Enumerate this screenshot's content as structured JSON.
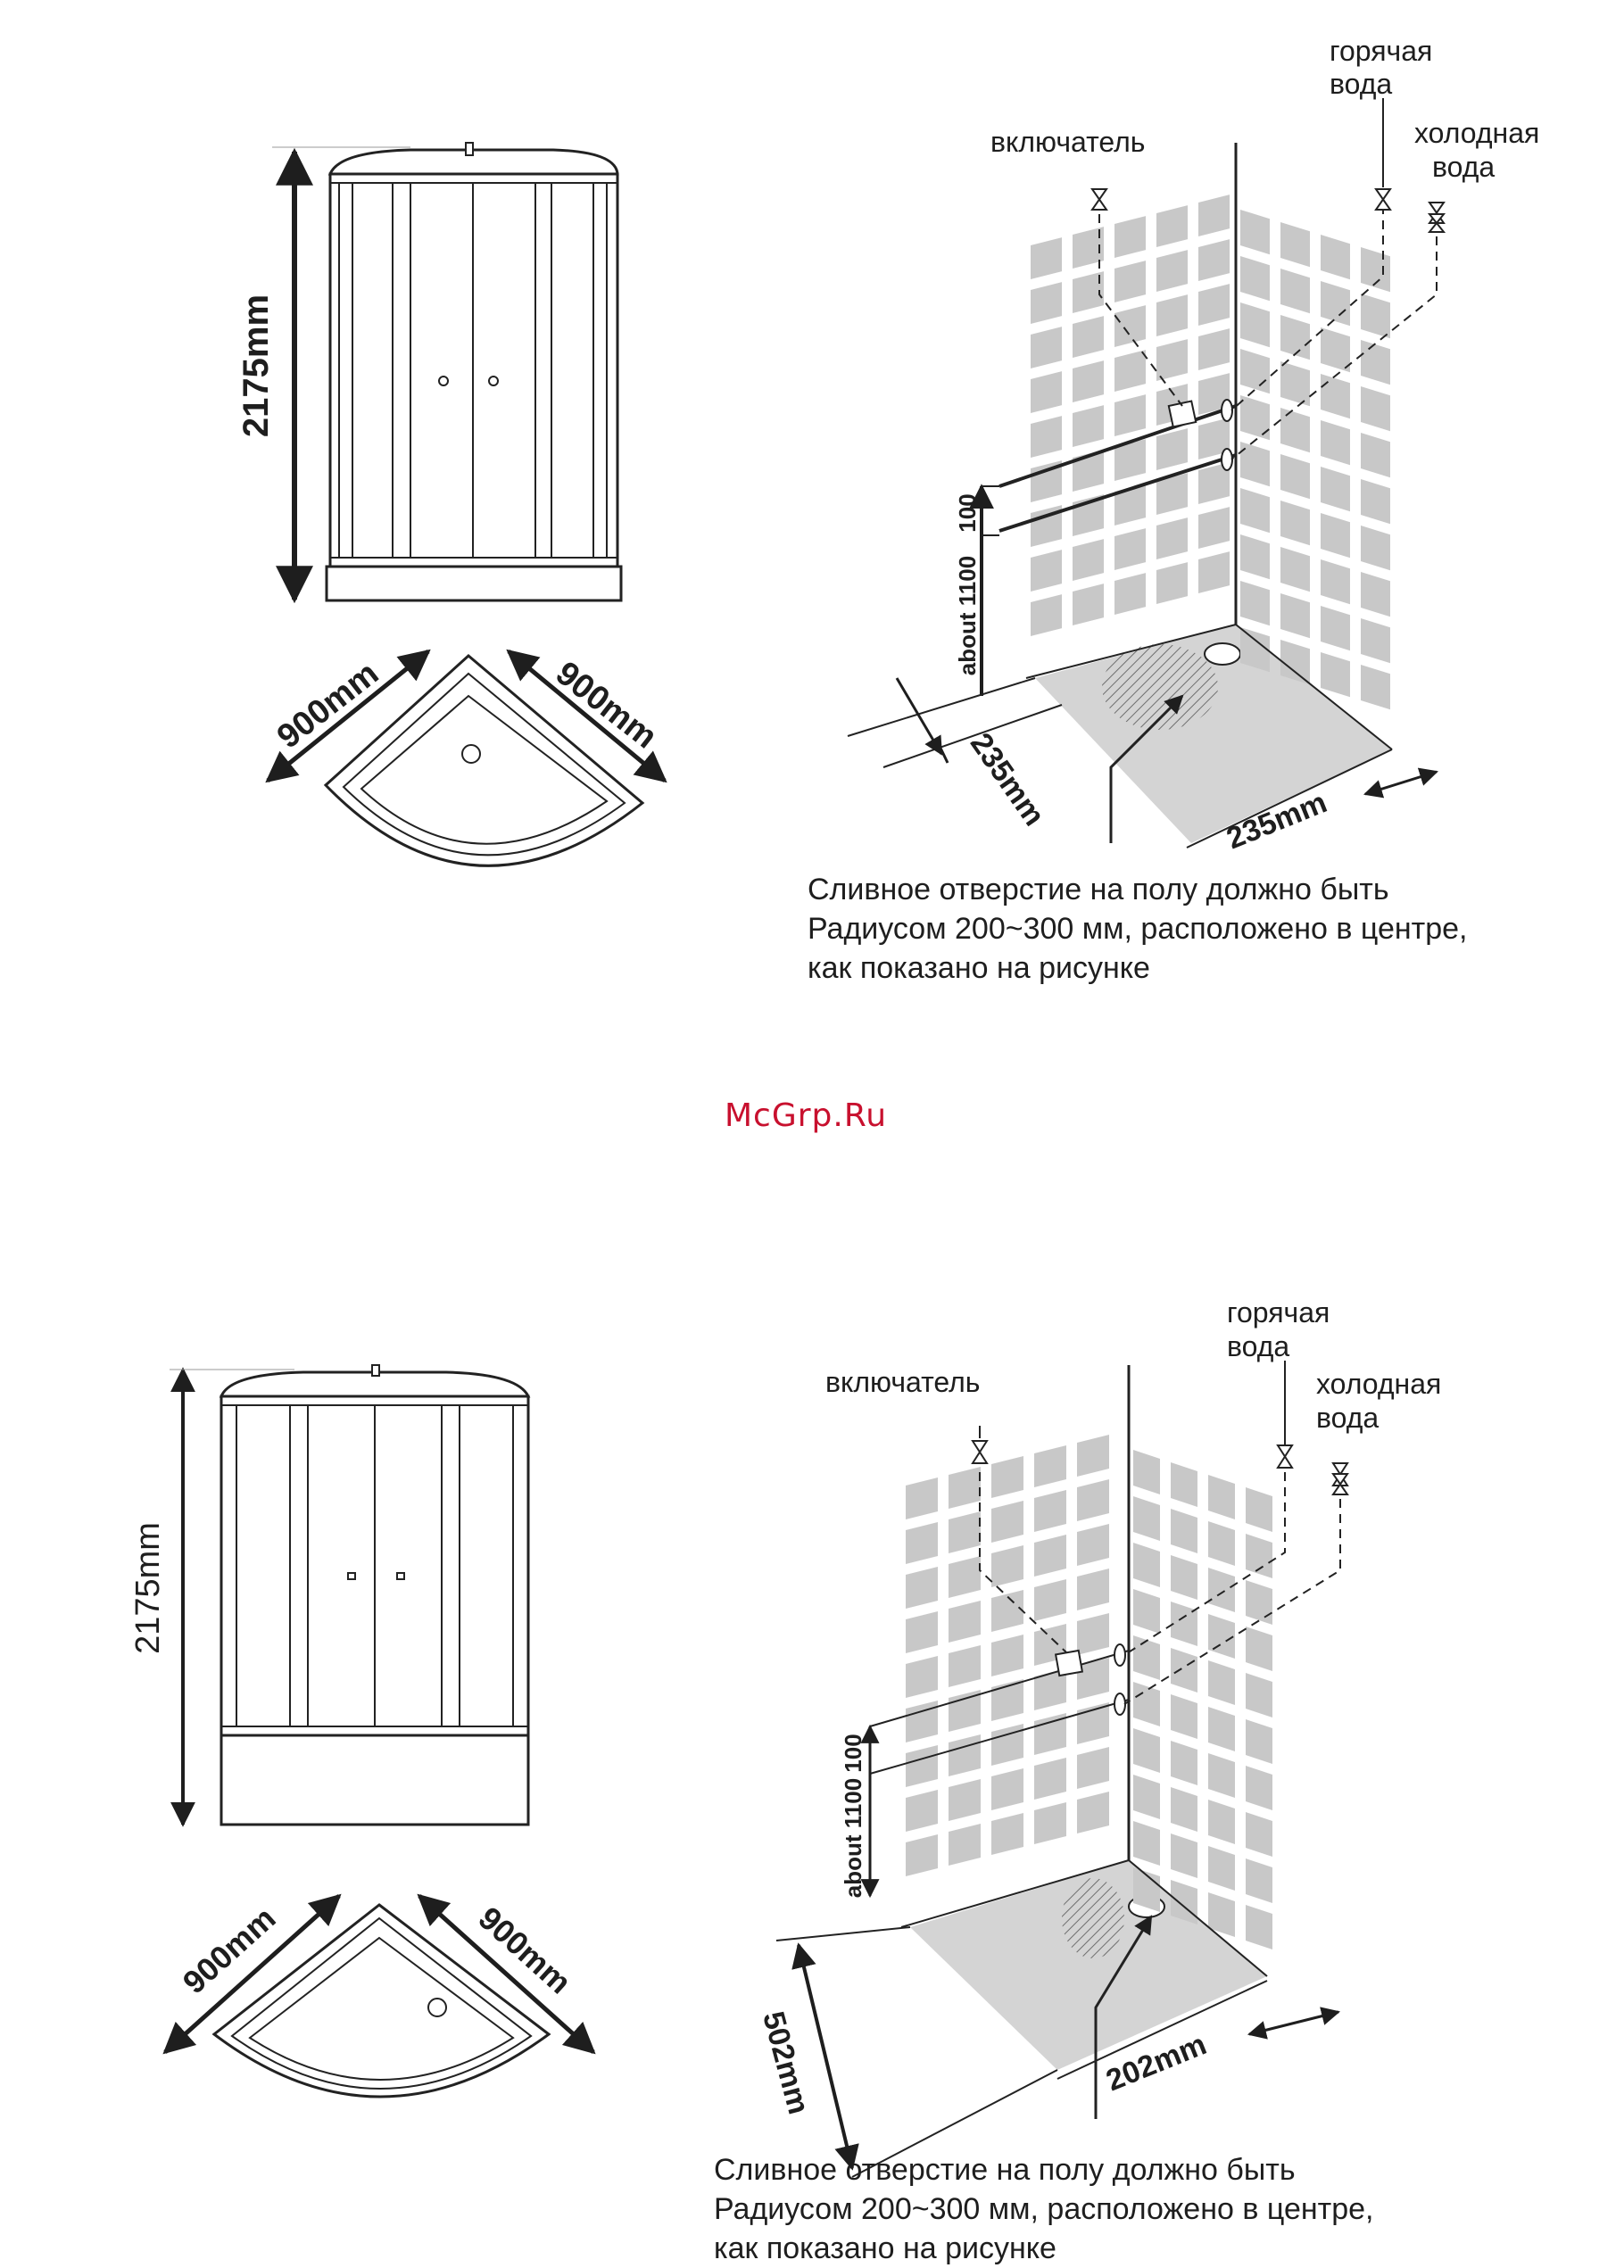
{
  "watermark": "McGrp.Ru",
  "top": {
    "height_label": "2175mm",
    "side_a_label": "900mm",
    "side_b_label": "900mm",
    "switch_label": "включатель",
    "hot_label_1": "горячая",
    "hot_label_2": "вода",
    "cold_label_1": "холодная",
    "cold_label_2": "вода",
    "dim_100": "100",
    "dim_1100": "about 1100",
    "dim_left": "235mm",
    "dim_right": "235mm",
    "note": "Сливное отверстие на полу должно быть\nРадиусом 200~300 мм, расположено в центре,\nкак показано на рисунке"
  },
  "bottom": {
    "height_label": "2175mm",
    "side_a_label": "900mm",
    "side_b_label": "900mm",
    "switch_label": "включатель",
    "hot_label_1": "горячая",
    "hot_label_2": "вода",
    "cold_label_1": "холодная",
    "cold_label_2": "вода",
    "dim_100": "100",
    "dim_1100": "about 1100",
    "dim_left": "502mm",
    "dim_right": "202mm",
    "note": "Сливное отверстие на полу должно быть\nРадиусом 200~300 мм, расположено в центре,\nкак показано на рисунке"
  }
}
